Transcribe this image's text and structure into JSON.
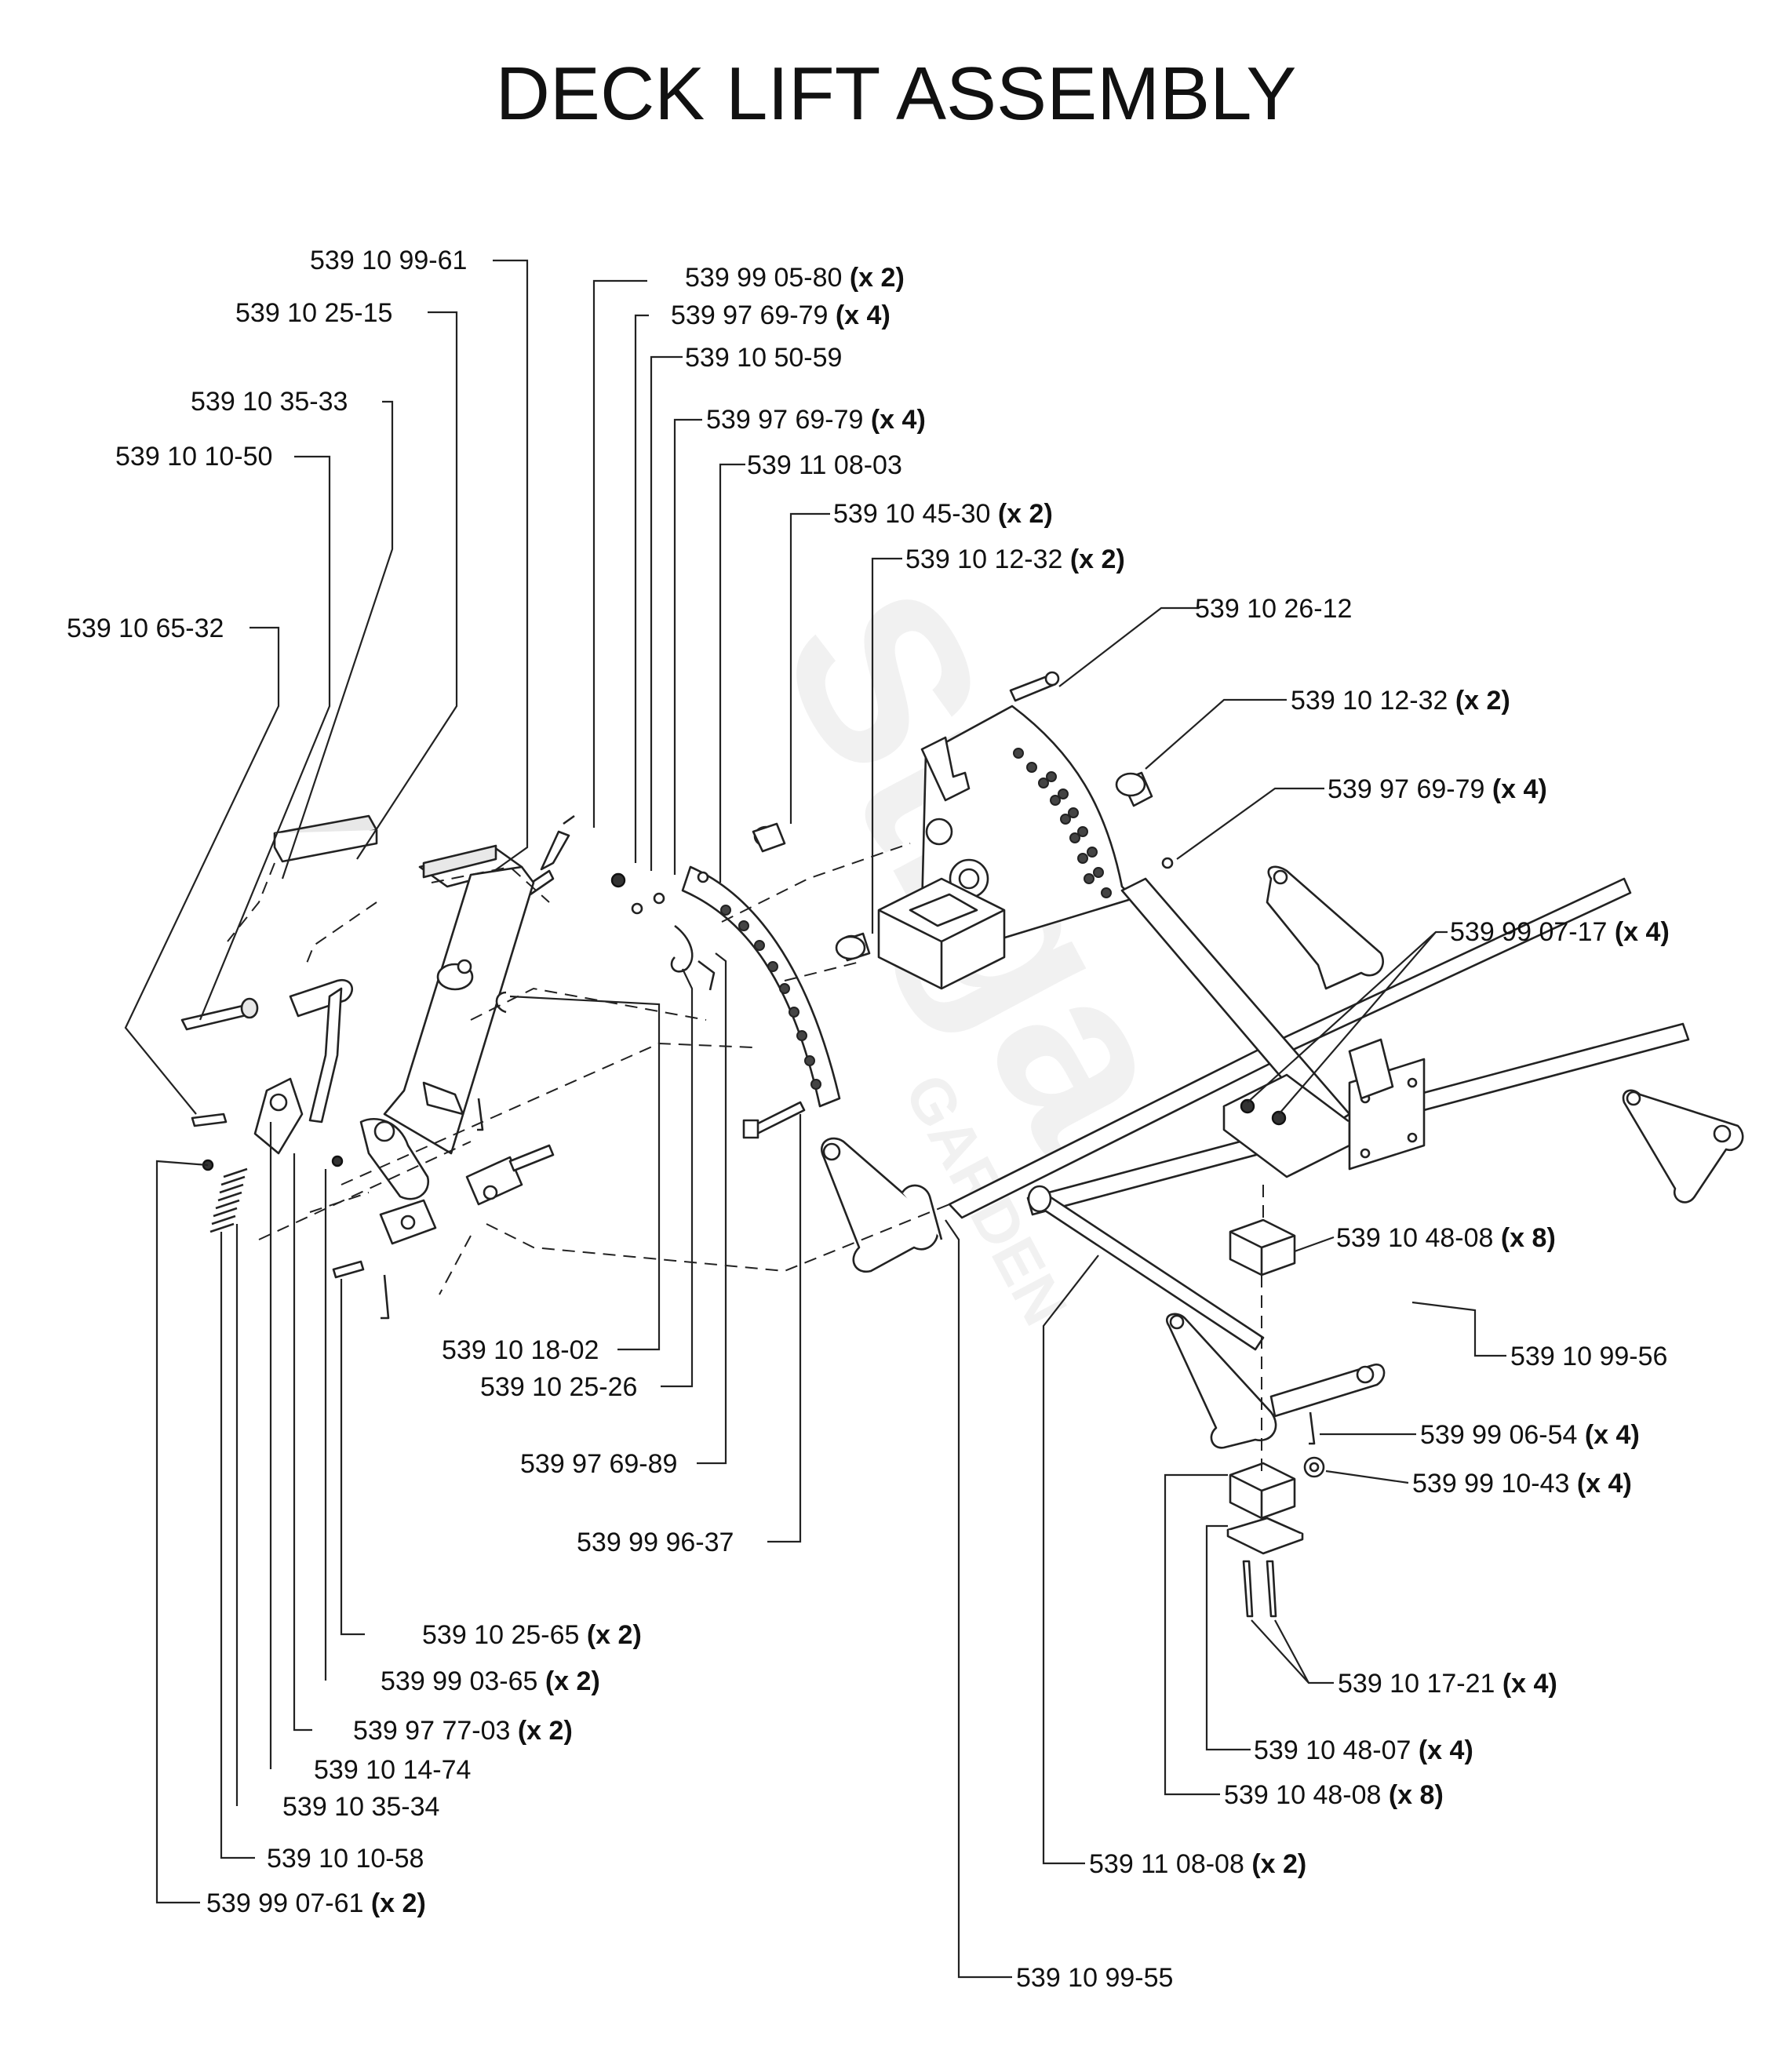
{
  "title": "DECK LIFT ASSEMBLY",
  "watermark": {
    "text": "Stiga",
    "subtext": "GARDEN"
  },
  "callouts": [
    {
      "part": "539 10 99-61",
      "qty": ""
    },
    {
      "part": "539 10 25-15",
      "qty": ""
    },
    {
      "part": "539 10 35-33",
      "qty": ""
    },
    {
      "part": "539 10 10-50",
      "qty": ""
    },
    {
      "part": "539 10 65-32",
      "qty": ""
    },
    {
      "part": "539 99 05-80",
      "qty": "(x 2)"
    },
    {
      "part": "539 97 69-79",
      "qty": "(x 4)"
    },
    {
      "part": "539 10 50-59",
      "qty": ""
    },
    {
      "part": "539 97 69-79",
      "qty": "(x 4)"
    },
    {
      "part": "539 11 08-03",
      "qty": ""
    },
    {
      "part": "539 10 45-30",
      "qty": "(x 2)"
    },
    {
      "part": "539 10 12-32",
      "qty": "(x 2)"
    },
    {
      "part": "539 10 26-12",
      "qty": ""
    },
    {
      "part": "539 10 12-32",
      "qty": "(x 2)"
    },
    {
      "part": "539 97 69-79",
      "qty": "(x 4)"
    },
    {
      "part": "539 99 07-17",
      "qty": "(x 4)"
    },
    {
      "part": "539 10 48-08",
      "qty": "(x 8)"
    },
    {
      "part": "539 10 99-56",
      "qty": ""
    },
    {
      "part": "539 99 06-54",
      "qty": "(x 4)"
    },
    {
      "part": "539 99 10-43",
      "qty": "(x 4)"
    },
    {
      "part": "539 10 17-21",
      "qty": "(x 4)"
    },
    {
      "part": "539 10 48-07",
      "qty": "(x 4)"
    },
    {
      "part": "539 10 48-08",
      "qty": "(x 8)"
    },
    {
      "part": "539 11 08-08",
      "qty": "(x 2)"
    },
    {
      "part": "539 10 99-55",
      "qty": ""
    },
    {
      "part": "539 10 18-02",
      "qty": ""
    },
    {
      "part": "539 10 25-26",
      "qty": ""
    },
    {
      "part": "539 97 69-89",
      "qty": ""
    },
    {
      "part": "539 99 96-37",
      "qty": ""
    },
    {
      "part": "539 10 25-65",
      "qty": "(x 2)"
    },
    {
      "part": "539 99 03-65",
      "qty": "(x 2)"
    },
    {
      "part": "539 97 77-03",
      "qty": "(x 2)"
    },
    {
      "part": "539 10 14-74",
      "qty": ""
    },
    {
      "part": "539 10 35-34",
      "qty": ""
    },
    {
      "part": "539 10 10-58",
      "qty": ""
    },
    {
      "part": "539 99 07-61",
      "qty": "(x 2)"
    }
  ]
}
